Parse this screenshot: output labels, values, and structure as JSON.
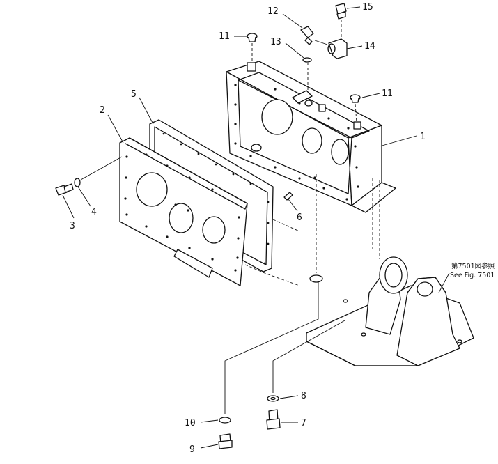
{
  "callouts": [
    {
      "id": "c1",
      "text": "1"
    },
    {
      "id": "c2",
      "text": "2"
    },
    {
      "id": "c3",
      "text": "3"
    },
    {
      "id": "c4",
      "text": "4"
    },
    {
      "id": "c5",
      "text": "5"
    },
    {
      "id": "c6",
      "text": "6"
    },
    {
      "id": "c7",
      "text": "7"
    },
    {
      "id": "c8",
      "text": "8"
    },
    {
      "id": "c9",
      "text": "9"
    },
    {
      "id": "c10",
      "text": "10"
    },
    {
      "id": "c11a",
      "text": "11"
    },
    {
      "id": "c11b",
      "text": "11"
    },
    {
      "id": "c12",
      "text": "12"
    },
    {
      "id": "c13",
      "text": "13"
    },
    {
      "id": "c14",
      "text": "14"
    },
    {
      "id": "c15",
      "text": "15"
    }
  ],
  "reference_note": {
    "line1": "第7501図参照",
    "line2": "See Fig. 7501"
  }
}
